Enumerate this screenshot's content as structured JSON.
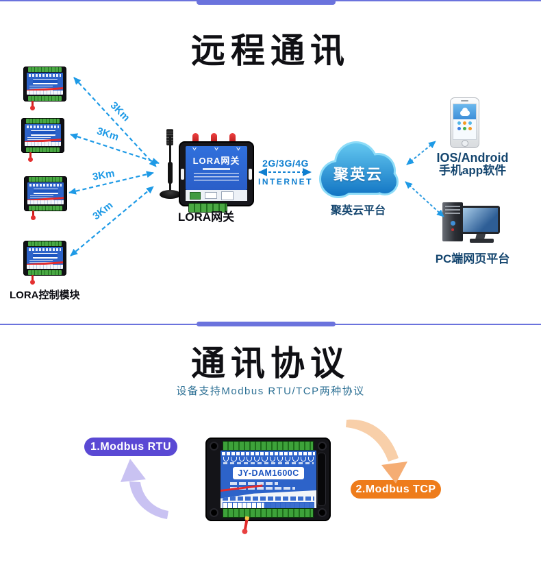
{
  "remote_section": {
    "title": "远程通讯",
    "modules": {
      "caption": "LORA控制模块",
      "count": 4
    },
    "links": [
      {
        "label": "3Km"
      },
      {
        "label": "3Km"
      },
      {
        "label": "3Km"
      },
      {
        "label": "3Km"
      }
    ],
    "gateway": {
      "face_title": "LORA网关",
      "caption": "LORA网关"
    },
    "internet": {
      "line1": "2G/3G/4G",
      "line2": "INTERNET"
    },
    "cloud": {
      "name": "聚英云",
      "caption": "聚英云平台"
    },
    "phone": {
      "caption_line1": "IOS/Android",
      "caption_line2": "手机app软件"
    },
    "pc": {
      "caption": "PC端网页平台"
    }
  },
  "protocol_section": {
    "title": "通讯协议",
    "subtitle": "设备支持Modbus RTU/TCP两种协议",
    "protocol_tags": [
      {
        "label": "1.Modbus RTU",
        "color": "#5a49d4"
      },
      {
        "label": "2.Modbus TCP",
        "color": "#ee7c1b"
      }
    ],
    "device": {
      "model": "JY-DAM1600C"
    }
  },
  "icons": {
    "cloud": "cloud-icon",
    "phone": "smartphone-icon",
    "pc": "desktop-computer-icon",
    "whip_antenna": "antenna-icon",
    "wireless_links": "dashed-double-arrow-icon"
  },
  "colors": {
    "accent_rule": "#6b73dd",
    "wireless_link_blue": "#1e9ae6",
    "internet_text_blue": "#0f7fd0",
    "caption_navy": "#15466f",
    "subtitle_teal": "#2e7195",
    "modbus_rtu_purple": "#5a49d4",
    "modbus_tcp_orange": "#ee7c1b",
    "device_face_blue": "#2d63c9",
    "cloud_blue_top": "#62c6ef",
    "cloud_blue_bottom": "#0f72c2"
  }
}
